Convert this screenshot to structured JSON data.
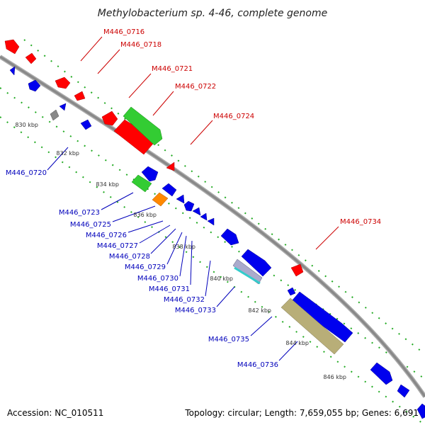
{
  "title": "Methylobacterium sp. 4-46, complete genome",
  "footer": {
    "accession": "Accession: NC_010511",
    "topology": "Topology: circular; Length: 7,659,055 bp; Genes: 6,691"
  },
  "colors": {
    "forward_label": "#cc0000",
    "reverse_label": "#0000bb",
    "forward_gene": "#ff0000",
    "reverse_gene": "#0000ee",
    "rna_gene": "#33cc33",
    "other_gene": "#ff8800",
    "pseudo_gene": "#b8ae78",
    "misc_gene": "#888888",
    "cyan_gene": "#33cccc",
    "backbone": "#888888",
    "dotted_track": "#22aa22"
  },
  "ticks": [
    "830 kbp",
    "832 kbp",
    "834 kbp",
    "836 kbp",
    "838 kbp",
    "840 kbp",
    "842 kbp",
    "844 kbp",
    "846 kbp"
  ],
  "forward_labels": [
    "M446_0716",
    "M446_0718",
    "M446_0721",
    "M446_0722",
    "M446_0724",
    "M446_0734"
  ],
  "reverse_labels": [
    "M446_0720",
    "M446_0723",
    "M446_0725",
    "M446_0726",
    "M446_0727",
    "M446_0728",
    "M446_0729",
    "M446_0730",
    "M446_0731",
    "M446_0732",
    "M446_0733",
    "M446_0735",
    "M446_0736"
  ]
}
